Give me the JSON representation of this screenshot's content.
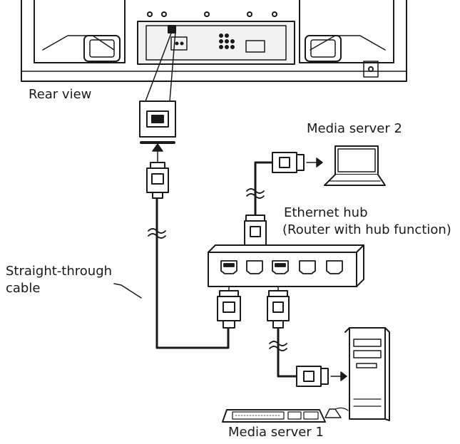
{
  "labels": {
    "rear_view": "Rear view",
    "media_server_2": "Media server 2",
    "ethernet_hub": "Ethernet hub",
    "router_note": "(Router with hub function)",
    "straight_through_1": "Straight-through",
    "straight_through_2": "cable",
    "media_server_1": "Media server 1"
  },
  "colors": {
    "line": "#1a1a1a",
    "fill": "#ffffff",
    "panel": "#f2f2f2"
  }
}
